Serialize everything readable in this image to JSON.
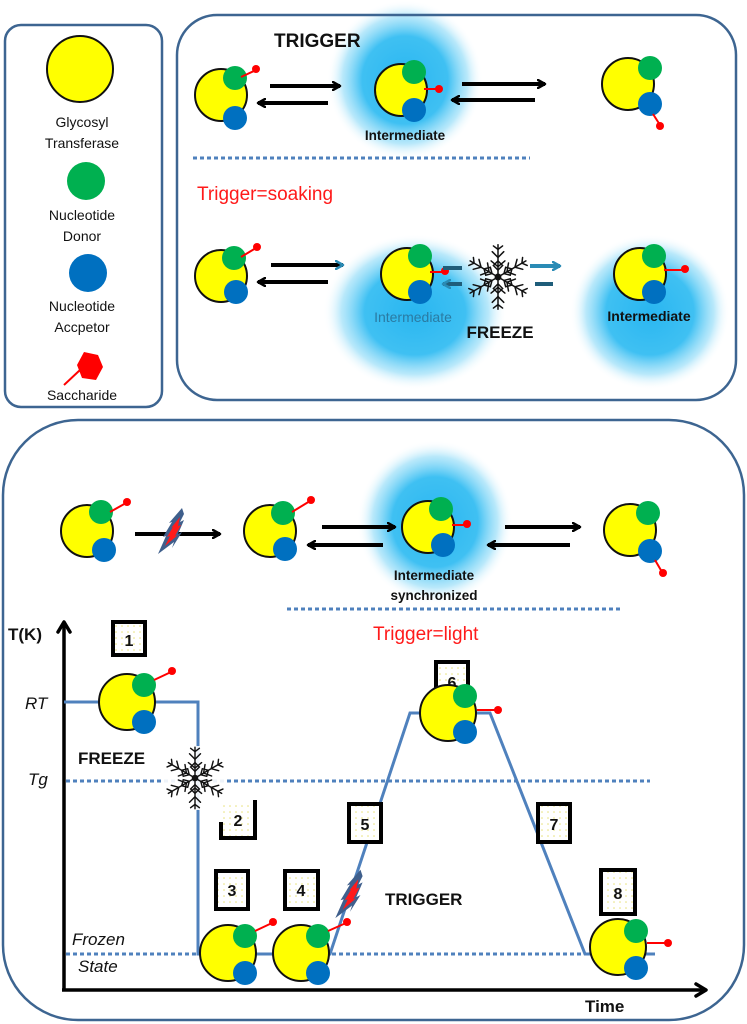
{
  "legend": {
    "items": [
      {
        "key": "glycosyl-transferase",
        "lines": [
          "Glycosyl",
          "Transferase"
        ],
        "color": "#ffff00"
      },
      {
        "key": "nucleotide-donor",
        "lines": [
          "Nucleotide",
          "Donor"
        ],
        "color": "#00b050"
      },
      {
        "key": "nucleotide-acceptor",
        "lines": [
          "Nucleotide",
          "Accpetor"
        ],
        "color": "#0070c0"
      },
      {
        "key": "saccharide",
        "lines": [
          "Saccharide"
        ],
        "color": "#ff0000"
      }
    ]
  },
  "soaking_panel": {
    "title": "TRIGGER",
    "intermediate_label": "Intermediate",
    "trigger_label": "Trigger=soaking",
    "frozen_intermediate_left": "Intermediate",
    "frozen_intermediate_right": "Intermediate",
    "freeze_label": "FREEZE"
  },
  "light_panel": {
    "intermediate_line1": "Intermediate",
    "intermediate_line2": "synchronized",
    "trigger_label": "Trigger=light",
    "graph": {
      "y_axis_label": "T(K)",
      "x_axis_label": "Time",
      "levels": {
        "rt": "RT",
        "tg": "Tg",
        "frozen_line1": "Frozen",
        "frozen_line2": "State"
      },
      "freeze_label": "FREEZE",
      "trigger_label": "TRIGGER",
      "steps": [
        "1",
        "2",
        "3",
        "4",
        "5",
        "6",
        "7",
        "8"
      ]
    }
  },
  "colors": {
    "frame": "#3d6591",
    "temp_line": "#4f81bd",
    "glow": "#29b6f0",
    "enzyme": "#ffff00",
    "donor": "#00b050",
    "acceptor": "#0070c0",
    "saccharide": "#ff0000",
    "trigger_text": "#ff1a1a"
  }
}
